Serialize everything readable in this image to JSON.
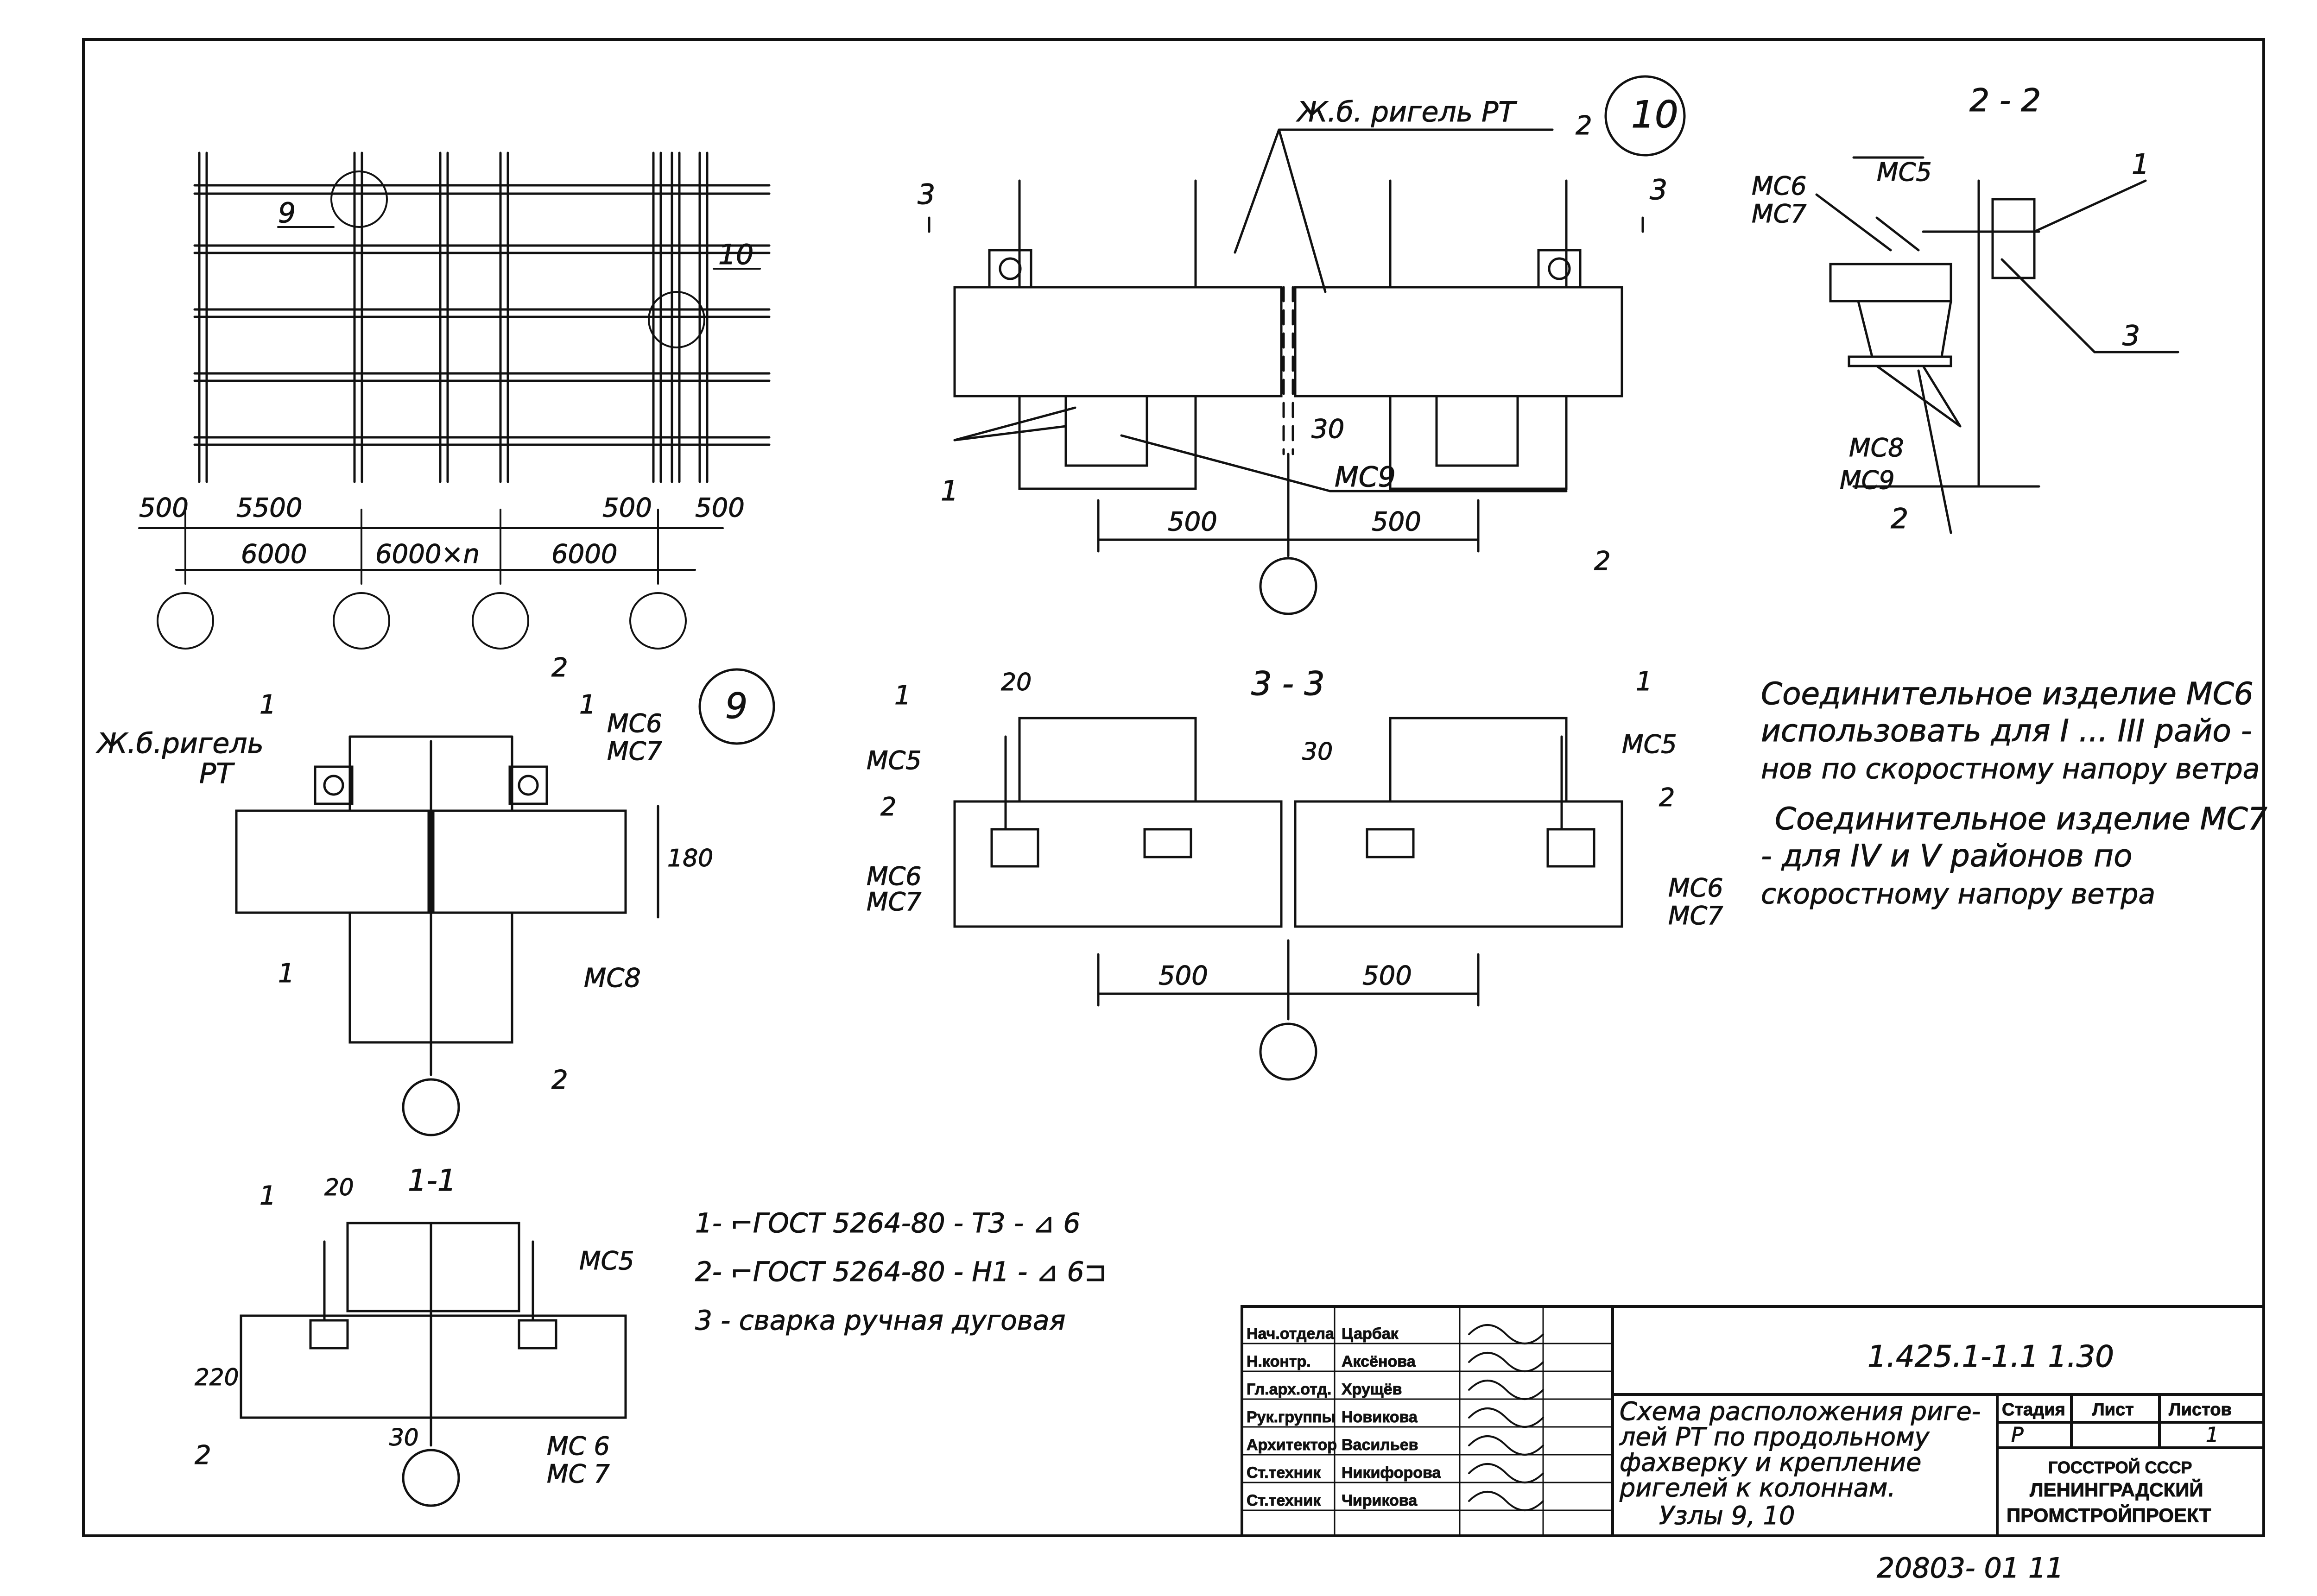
{
  "plan": {
    "node9": "9",
    "node10": "10",
    "dims": {
      "d500a": "500",
      "d5500": "5500",
      "d500b": "500",
      "d500c": "500",
      "d6000a": "6000",
      "d6000n": "6000×n",
      "d6000b": "6000"
    }
  },
  "node10": {
    "badge": "10",
    "rigel_label": "Ж.б. ригель РТ",
    "sec3_left": "3",
    "sec3_right": "3",
    "sec2_top": "2",
    "sec2_bottom": "2",
    "label_1": "1",
    "label_mc9": "МС9",
    "dim_30": "30",
    "dim_500a": "500",
    "dim_500b": "500"
  },
  "sec22": {
    "title": "2 - 2",
    "mc5": "МС5",
    "mc6": "МС6",
    "mc7": "МС7",
    "mc8": "МС8",
    "mc9": "МС9",
    "l1": "1",
    "l2": "2",
    "l3": "3"
  },
  "sec33": {
    "title": "3 - 3",
    "l1a": "1",
    "l1b": "1",
    "d20": "20",
    "d30": "30",
    "mc5a": "МС5",
    "mc5b": "МС5",
    "l2a": "2",
    "l2b": "2",
    "mc6a": "МС6",
    "mc7a": "МС7",
    "mc6b": "МС6",
    "mc7b": "МС7",
    "d500a": "500",
    "d500b": "500"
  },
  "node9": {
    "badge": "9",
    "rigel_label": "Ж.б.ригель",
    "rigel_label2": "РТ",
    "sec1a": "1",
    "sec1b": "1",
    "sec2a": "2",
    "sec2b": "2",
    "mc6": "МС6",
    "mc7": "МС7",
    "d180": "180",
    "l1": "1",
    "mc8": "МС8"
  },
  "sec11": {
    "title": "1-1",
    "l1": "1",
    "d20": "20",
    "mc5": "МС5",
    "d220": "220",
    "l2": "2",
    "d30": "30",
    "mc6": "МС 6",
    "mc7": "МС 7"
  },
  "notes": {
    "n1": "1- ⌐ГОСТ 5264-80 - Т3 - ⊿ 6",
    "n2": "2- ⌐ГОСТ 5264-80 - Н1 - ⊿ 6⊐",
    "n3": "3 - сварка ручная дуговая"
  },
  "remark": {
    "line1": "Соединительное изделие МС6",
    "line2": "использовать для I ... III райо -",
    "line3": "нов по скоростному напору ветра",
    "line4": "Соединительное изделие МС7",
    "line5": "- для IV и V районов по",
    "line6": "скоростному напору ветра"
  },
  "titleblock": {
    "code": "1.425.1-1.1 1.30",
    "desc1": "Схема расположения риге-",
    "desc2": "лей РТ по продольному",
    "desc3": "фахверку и крепление",
    "desc4": "ригелей к колоннам.",
    "desc5": "Узлы 9, 10",
    "stage_h": "Стадия",
    "sheet_h": "Лист",
    "sheets_h": "Листов",
    "stage": "Р",
    "sheet": "1",
    "sheets": "",
    "org1": "ГОССТРОЙ СССР",
    "org2": "ЛЕНИНГРАДСКИЙ",
    "org3": "ПРОМСТРОЙПРОЕКТ",
    "roles": [
      {
        "role": "Нач.отдела",
        "name": "Царбак"
      },
      {
        "role": "Н.контр.",
        "name": "Аксёнова"
      },
      {
        "role": "Гл.арх.отд.",
        "name": "Хрущёв"
      },
      {
        "role": "Рук.группы",
        "name": "Новикова"
      },
      {
        "role": "Архитектор",
        "name": "Васильев"
      },
      {
        "role": "Ст.техник",
        "name": "Никифорова"
      },
      {
        "role": "Ст.техник",
        "name": "Чирикова"
      }
    ],
    "archive": "20803- 01 11"
  }
}
